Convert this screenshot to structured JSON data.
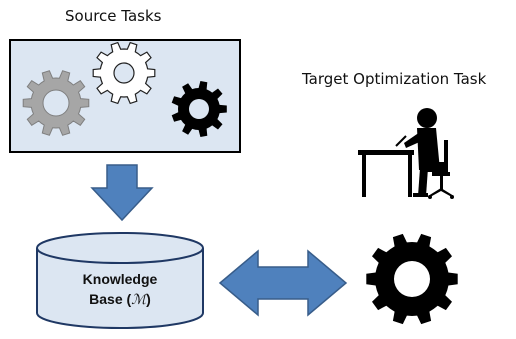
{
  "source": {
    "title": "Source Tasks"
  },
  "target": {
    "title": "Target Optimization Task"
  },
  "knowledge_base": {
    "line1": "Knowledge",
    "line2_prefix": "Base (",
    "symbol": "ℳ",
    "line2_suffix": ")"
  },
  "colors": {
    "source_box_fill": "#dce6f2",
    "arrow_fill": "#4f81bd",
    "arrow_stroke": "#385d8a",
    "cylinder_fill": "#dce6f2",
    "cylinder_stroke": "#1f3864",
    "gear_gray": "#a6a6a6",
    "gear_black": "#000000"
  },
  "icons": {
    "gear_1": "gear-icon",
    "gear_2": "gear-outline-icon",
    "gear_3": "gear-icon",
    "target_person": "person-at-desk-icon",
    "target_gear": "gear-icon",
    "down_arrow": "arrow-down-icon",
    "double_arrow": "double-arrow-icon"
  }
}
